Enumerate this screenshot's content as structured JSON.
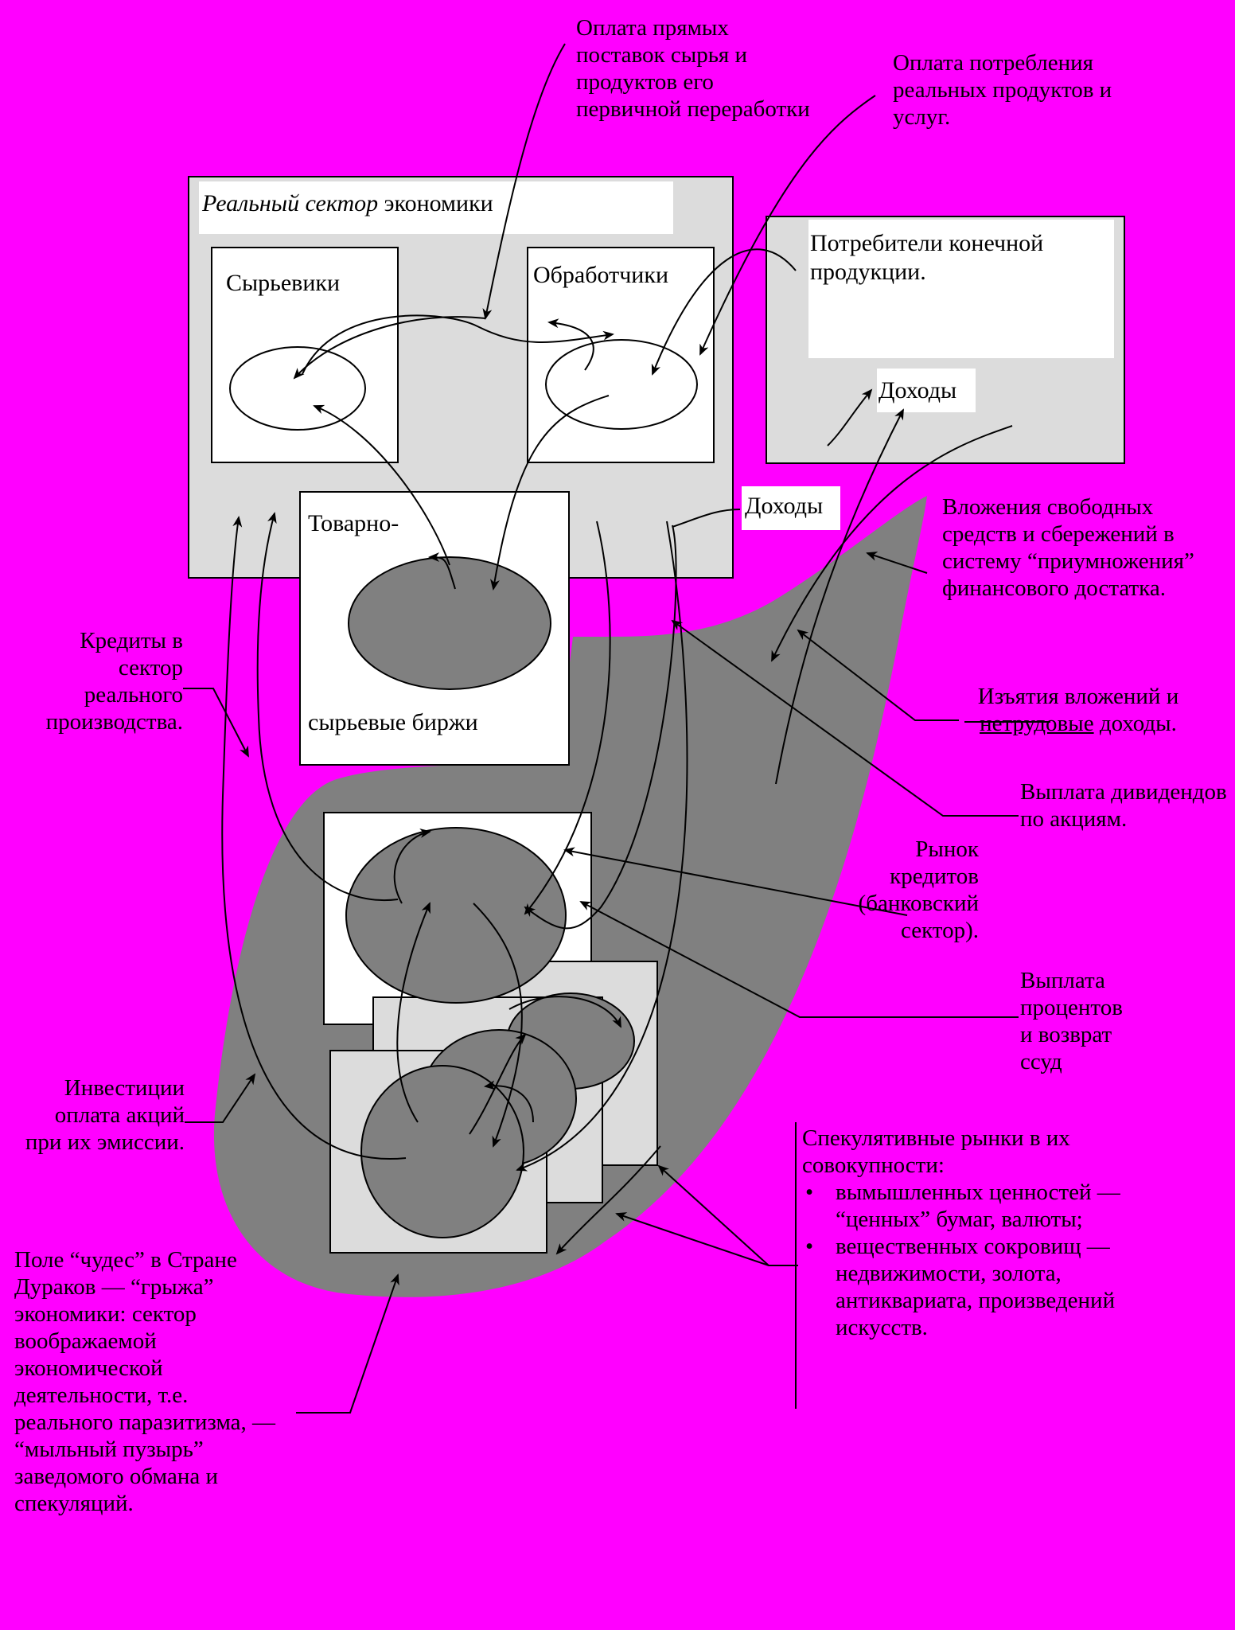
{
  "colors": {
    "background": "#ff00ff",
    "bubble": "#808080",
    "box_grey": "#dcdcdc",
    "box_white": "#ffffff"
  },
  "real_sector": {
    "title_italic": "Реальный сектор",
    "title_rest": " экономики",
    "raw_producers": "Сырьевики",
    "processors": "Обработчики"
  },
  "consumers": {
    "title": "Потребители конечной продукции.",
    "income": "Доходы"
  },
  "real_sector_income": "Доходы",
  "exchange": {
    "top": "Товарно-",
    "bottom": "сырьевые биржи"
  },
  "labels": {
    "direct_supply_payment": "Оплата прямых поставок сырья и продуктов его первичной переработки",
    "consumption_payment": "Оплата потребления реальных продуктов и услуг.",
    "savings_investment": "Вложения свободных средств и сбережений в систему “приумножения” финансового достатка.",
    "withdrawal_prefix": "Изъятия вложений и ",
    "withdrawal_underlined": "нетрудовые",
    "withdrawal_suffix": " доходы.",
    "dividends": "Выплата дивидендов по акциям.",
    "credit_market": "Рынок кредитов (банковский сектор).",
    "interest_return": "Выплата процентов и возврат ссуд",
    "credits_real": "Кредиты в сектор реального производства.",
    "investments": "Инвестиции оплата акций при их эмиссии.",
    "speculative_title": "Спекулятивные рынки в их совокупности:",
    "speculative_items": [
      "вымышленных ценностей — “ценных” бумаг, валюты;",
      "вещественных сокровищ — недвижимости, золота, антиквариата, произведений искусств."
    ],
    "field_of_wonders": "Поле “чудес” в Стране Дураков — “грыжа” экономики: сектор воображаемой экономической деятельности, т.е. реального паразитизма, — “мыльный пузырь” заведомого обмана и спекуляций."
  }
}
